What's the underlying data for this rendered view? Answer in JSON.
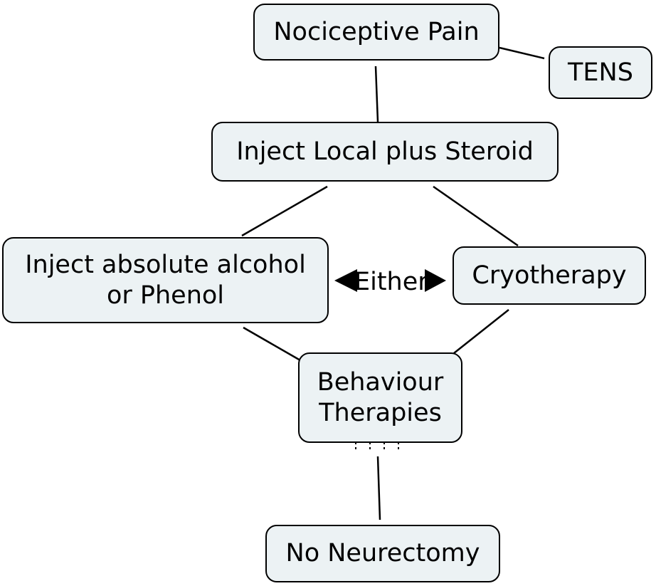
{
  "nodes": {
    "nociceptive_pain": "Nociceptive Pain",
    "tens": "TENS",
    "inject_local_steroid": "Inject Local plus Steroid",
    "inject_alcohol_phenol": "Inject absolute alcohol\nor Phenol",
    "cryotherapy": "Cryotherapy",
    "behaviour_therapies": "Behaviour\nTherapies",
    "no_neurectomy": "No Neurectomy"
  },
  "either_label": "Either",
  "colors": {
    "node_fill": "#ecf2f4",
    "stroke": "#000000",
    "text": "#000000",
    "background": "#ffffff"
  }
}
